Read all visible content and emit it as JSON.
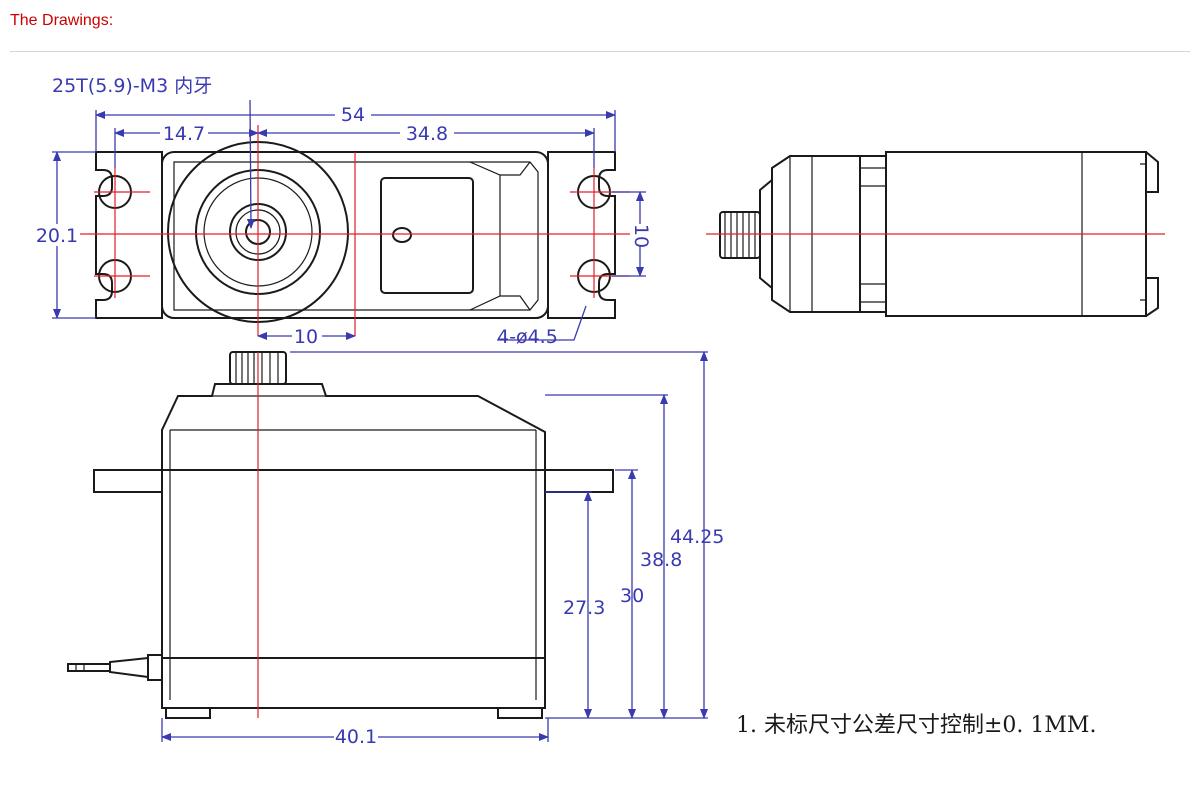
{
  "header": {
    "title": "The Drawings:"
  },
  "drawing": {
    "callout_spline": "25T(5.9)-M3 内牙",
    "dim_total_length": "54",
    "dim_left_offset": "14.7",
    "dim_right_offset": "34.8",
    "dim_height": "20.1",
    "dim_hole_spacing": "10",
    "dim_spline_offset": "10",
    "dim_holes": "4-ø4.5",
    "dim_total_height": "44.25",
    "dim_case_height": "38.8",
    "dim_flange_height": "30",
    "dim_mount_height": "27.3",
    "dim_width": "40.1",
    "note": "1. 未标尺寸公差尺寸控制±0. 1MM.",
    "colors": {
      "lines": "#1a1a1a",
      "dimensions": "#3a3ab0",
      "centerlines": "#e0202a",
      "header": "#cc0000"
    }
  }
}
